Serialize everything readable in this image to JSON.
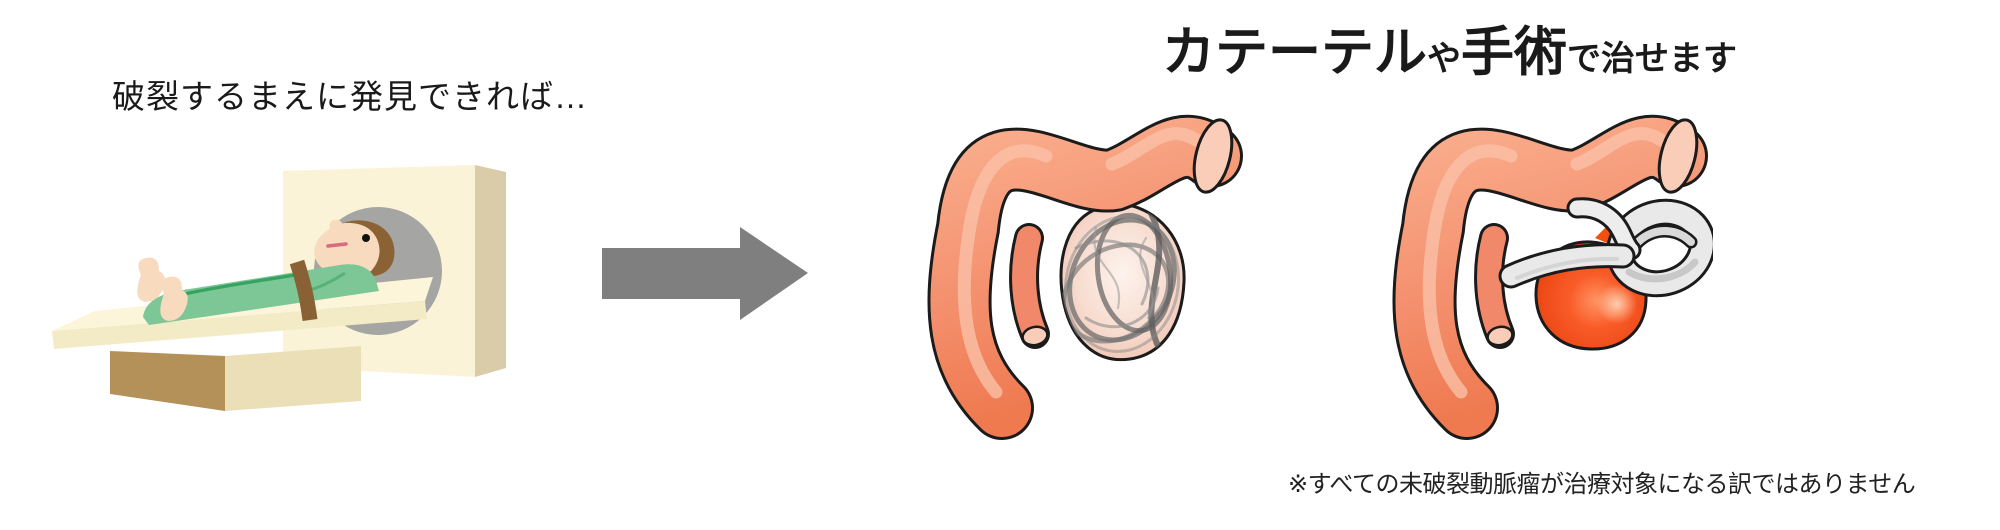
{
  "left_panel": {
    "caption": "破裂するまえに発見できれば…",
    "illustration": "ct-scanner-with-patient"
  },
  "arrow": {
    "icon": "arrow-right-icon",
    "direction": "right",
    "color": "#7f7f7f"
  },
  "right_panel": {
    "title": {
      "catheter": "カテーテル",
      "ya": "や",
      "surgery": "手術",
      "cure": "で治せます"
    },
    "figures": [
      {
        "name": "coil-embolization-illustration",
        "depicts": "aneurysm filled with coils via catheter"
      },
      {
        "name": "clip-surgery-illustration",
        "depicts": "aneurysm closed with surgical clip"
      }
    ],
    "footnote": "※すべての未破裂動脈瘤が治療対象になる訳ではありません"
  },
  "colors": {
    "background": "#ffffff",
    "text": "#1a1a1a",
    "arrow_gray": "#7f7f7f",
    "artery_salmon": "#f4906e",
    "artery_highlight": "#fac0a8",
    "artery_lumen": "#facdb9",
    "artery_outline": "#1b1b1b",
    "aneurysm_sac_pink": "#f5d8cb",
    "coil_gray": "#6d6d6d",
    "aneurysm_red": "#ee4512",
    "clip_silver": "#e9e9e9",
    "scanner_cream": "#fbf3d7",
    "scanner_side_tan": "#dacca9",
    "bore_gray": "#a5a5a3",
    "table_base_tan": "#b39158",
    "table_base_light": "#ebdfb8",
    "gown_green": "#7cc795",
    "skin": "#f8dabe",
    "hair_brown": "#8a6233",
    "belt_brown": "#8a6134"
  }
}
